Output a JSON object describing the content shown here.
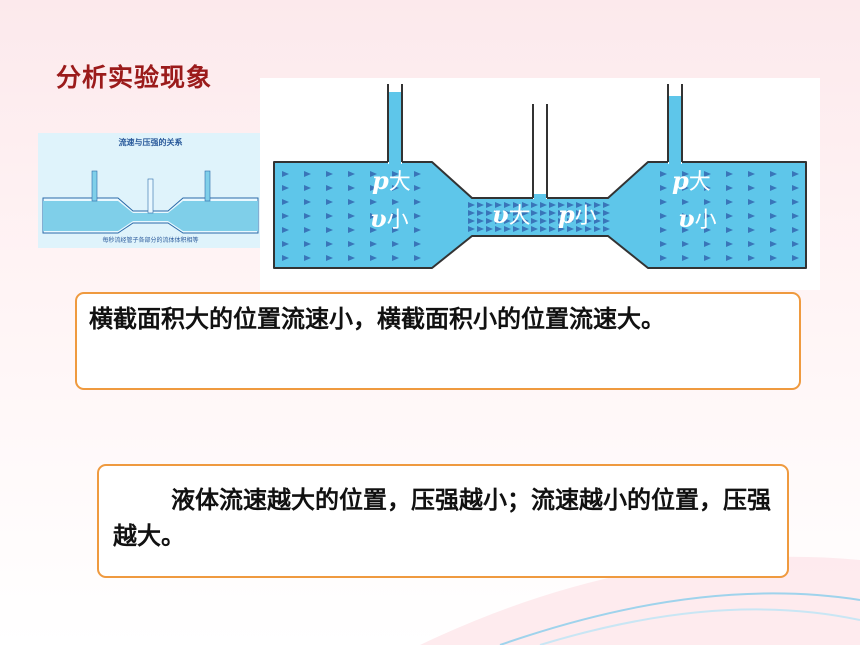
{
  "slide": {
    "title": "分析实验现象",
    "thumbnail": {
      "caption": "流速与压强的关系",
      "footer": "每秒流经管子各部分的流体体积相等"
    },
    "diagram": {
      "labels": {
        "left_p": {
          "sym": "p",
          "word": "大"
        },
        "left_v": {
          "sym": "υ",
          "word": "小"
        },
        "mid_v": {
          "sym": "υ",
          "word": "大"
        },
        "mid_p": {
          "sym": "p",
          "word": "小"
        },
        "right_p": {
          "sym": "p",
          "word": "大"
        },
        "right_v": {
          "sym": "υ",
          "word": "小"
        }
      },
      "colors": {
        "water": "#5ec6ea",
        "outline": "#333333",
        "arrow": "#2d5aa8"
      }
    },
    "box1": {
      "text": "横截面积大的位置流速小，横截面积小的位置流速大。"
    },
    "box2": {
      "text": "液体流速越大的位置，压强越小；流速越小的位置，压强越大。"
    },
    "colors": {
      "title": "#9b1b1b",
      "box_border": "#ef9a3f"
    }
  }
}
